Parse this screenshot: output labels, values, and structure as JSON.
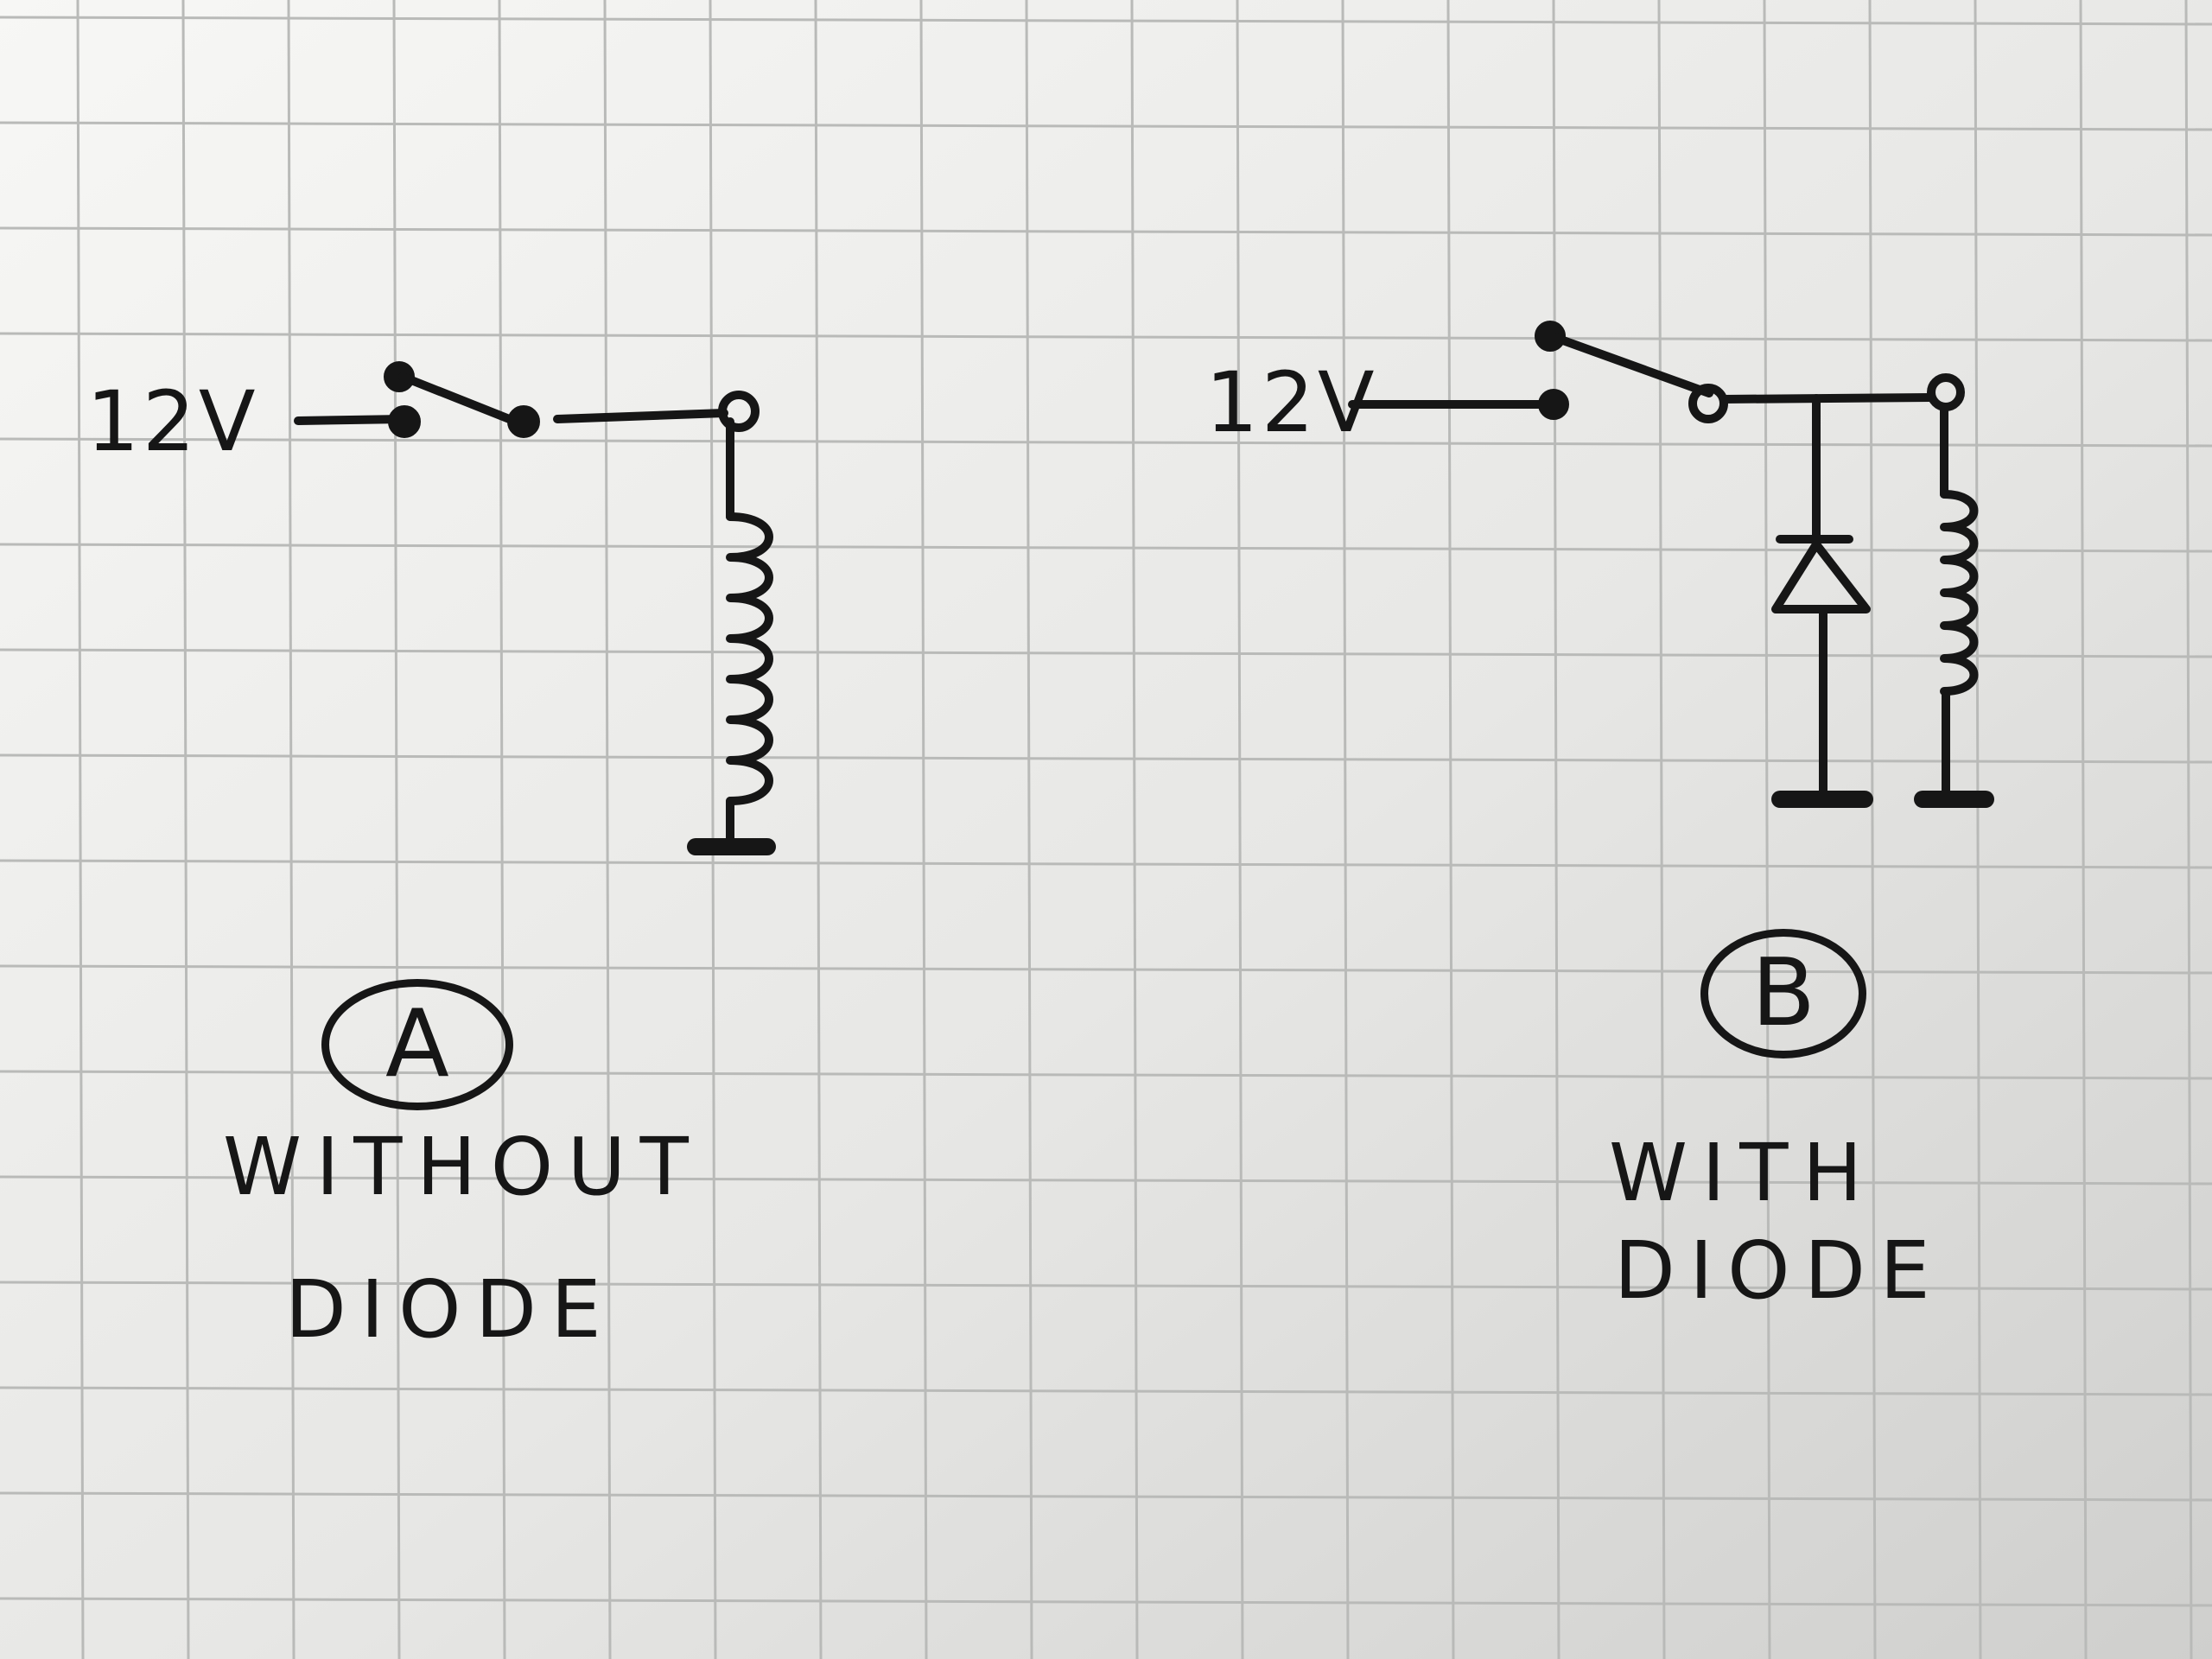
{
  "diagrams": {
    "a": {
      "supply_label": "12V",
      "letter": "A",
      "caption_line1": "WITHOUT",
      "caption_line2": "DIODE"
    },
    "b": {
      "supply_label": "12V",
      "letter": "B",
      "caption_line1": "WITH",
      "caption_line2": "DIODE"
    }
  },
  "colors": {
    "paper": "#e4e4e2",
    "grid": "#b9bab8",
    "ink": "#161616"
  },
  "icons": {
    "switch": "switch-icon",
    "coil": "inductor-coil-icon",
    "diode": "diode-icon",
    "ground": "ground-icon",
    "terminal": "terminal-icon"
  }
}
